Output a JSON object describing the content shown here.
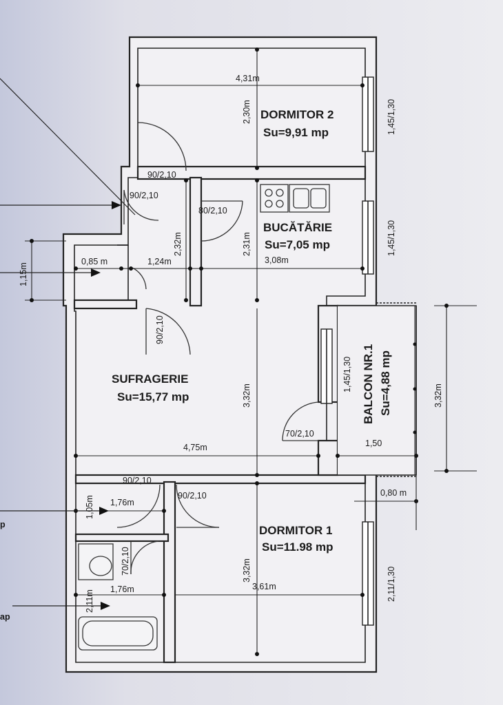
{
  "rooms": {
    "dormitor2": {
      "name": "DORMITOR 2",
      "area": "Su=9,91 mp"
    },
    "bucatarie": {
      "name": "BUCĂTĂRIE",
      "area": "Su=7,05 mp"
    },
    "sufragerie": {
      "name": "SUFRAGERIE",
      "area": "Su=15,77 mp"
    },
    "dormitor1": {
      "name": "DORMITOR 1",
      "area": "Su=11.98 mp"
    },
    "balcon": {
      "name": "BALCON NR.1",
      "area": "Su=4,88 mp"
    }
  },
  "dimensions": {
    "d2_width": "4,31m",
    "d2_height": "2,30m",
    "d2_window": "1,45/1,30",
    "door_d2": "90/2,10",
    "door_hall": "90/2,10",
    "door_kitchen": "80/2,10",
    "kitchen_height": "2,31m",
    "kitchen_window": "1,45/1,30",
    "kitchen_width": "3,08m",
    "hall_height": "2,32m",
    "closet_width": "0,85 m",
    "hall_width": "1,24m",
    "closet_height": "1,15m",
    "door_living": "90/2,10",
    "balcony_window": "1,45/1,30",
    "balcony_door": "70/2,10",
    "balcony_width": "1,50",
    "balcony_height": "3,32m",
    "living_height": "3,32m",
    "living_width": "4,75m",
    "balcony_depth": "0,80 m",
    "door_wc": "90/2,10",
    "door_d1": "90/2,10",
    "wc_width": "1,76m",
    "wc_height": "1,05m",
    "door_bath": "70/2,10",
    "bath_width": "1,76m",
    "bath_height": "2,11m",
    "d1_height": "3,32m",
    "d1_width": "3,61m",
    "d1_window": "2,11/1,30"
  },
  "margin_fragments": {
    "top": "p",
    "bottom": "ap"
  },
  "colors": {
    "paper": "#f1f0f3",
    "ink": "#222222",
    "background_left": "#c9cde0"
  }
}
